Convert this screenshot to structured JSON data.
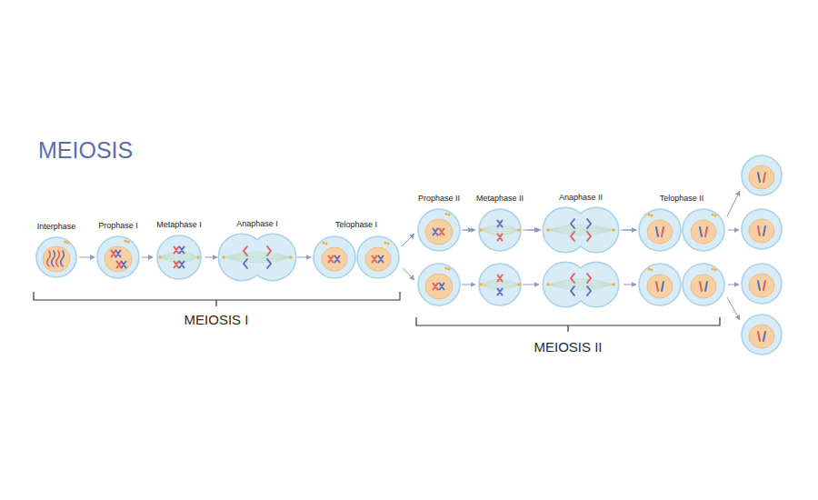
{
  "diagram": {
    "title": "MEIOSIS",
    "nodes": [
      {
        "text": [
          "Interphase"
        ]
      },
      {
        "text": [
          "Prophase I"
        ]
      },
      {
        "text": [
          "Metaphase I"
        ]
      },
      {
        "text": [
          "Anaphase I"
        ]
      },
      {
        "text": [
          "Telophase I"
        ]
      },
      {
        "text": [
          "Prophase II"
        ]
      },
      {
        "text": [
          "Metaphase II"
        ]
      },
      {
        "text": [
          "Anaphase II"
        ]
      },
      {
        "text": [
          "Telophase II"
        ]
      }
    ],
    "edges": [
      {
        "from": 0,
        "to": 1,
        "arrow": "to"
      },
      {
        "from": 1,
        "to": 2,
        "arrow": "to"
      },
      {
        "from": 2,
        "to": 3,
        "arrow": "to"
      },
      {
        "from": 3,
        "to": 4,
        "arrow": "to"
      },
      {
        "from": 4,
        "to": 5,
        "arrow": "to"
      },
      {
        "from": 5,
        "to": 6,
        "arrow": "to"
      },
      {
        "from": 6,
        "to": 7,
        "arrow": "to"
      },
      {
        "from": 7,
        "to": 8,
        "arrow": "to"
      }
    ],
    "labels": [
      "MEIOSIS I",
      "MEIOSIS II"
    ]
  }
}
